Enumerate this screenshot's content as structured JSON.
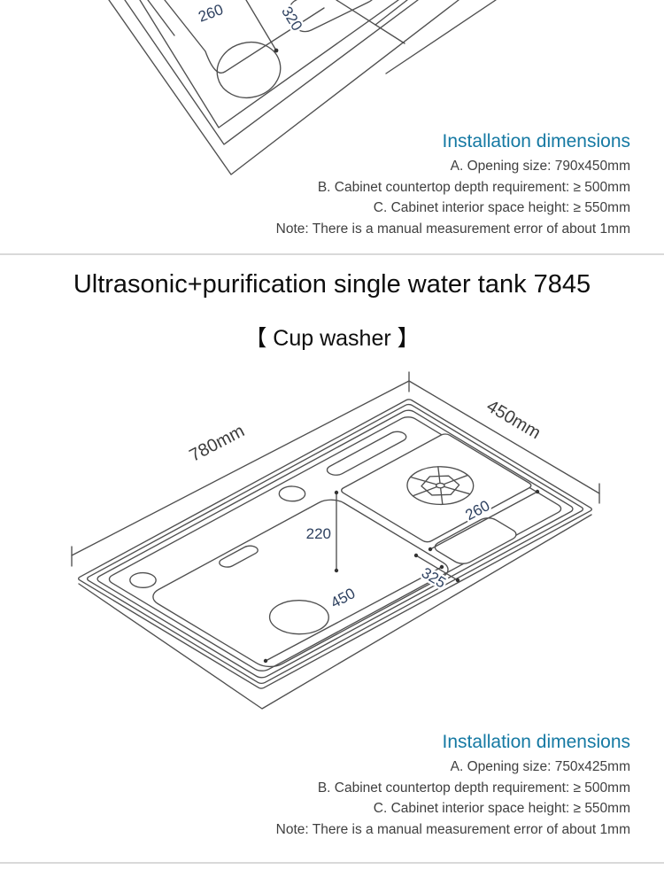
{
  "colors": {
    "accent": "#1579a3",
    "line": "#4f4f4f",
    "dim_text": "#2e4160",
    "divider": "#d9d9d9"
  },
  "top_section": {
    "diagram_labels": {
      "d260": "260",
      "d320": "320"
    },
    "installation": {
      "heading": "Installation dimensions",
      "line_a": "A. Opening size:  790x450mm",
      "line_b": "B. Cabinet countertop depth requirement:  ≥ 500mm",
      "line_c": "C. Cabinet interior space height: ≥ 550mm",
      "note": "Note: There is a manual measurement error of about 1mm"
    }
  },
  "title_section": {
    "title": "Ultrasonic+purification single water tank 7845",
    "subtitle": "【 Cup washer 】"
  },
  "bottom_section": {
    "diagram_labels": {
      "width": "780mm",
      "depth": "450mm",
      "d220": "220",
      "d260": "260",
      "d325": "325",
      "d450": "450"
    },
    "installation": {
      "heading": "Installation dimensions",
      "line_a": "A. Opening size:  750x425mm",
      "line_b": "B. Cabinet countertop depth requirement:  ≥ 500mm",
      "line_c": "C. Cabinet interior space height: ≥ 550mm",
      "note": "Note: There is a manual measurement error of about 1mm"
    }
  }
}
